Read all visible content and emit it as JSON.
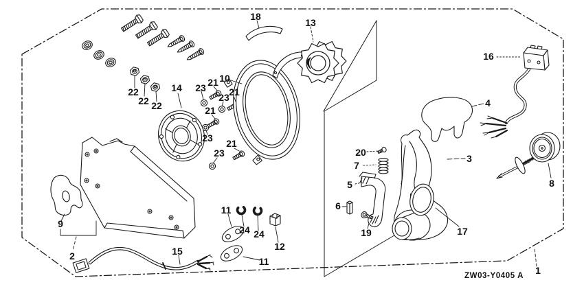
{
  "figure": {
    "part_code": "ZW03-Y0405 A",
    "background_color": "#ffffff",
    "line_color": "#1a1a1a"
  },
  "labels": {
    "n1": "1",
    "n2": "2",
    "n3": "3",
    "n4": "4",
    "n5": "5",
    "n6": "6",
    "n7": "7",
    "n8": "8",
    "n9": "9",
    "n10": "10",
    "n11": "11",
    "n12": "12",
    "n13": "13",
    "n14": "14",
    "n15": "15",
    "n16": "16",
    "n17": "17",
    "n18": "18",
    "n19": "19",
    "n20": "20",
    "n21": "21",
    "n22": "22",
    "n23": "23",
    "n24": "24"
  }
}
